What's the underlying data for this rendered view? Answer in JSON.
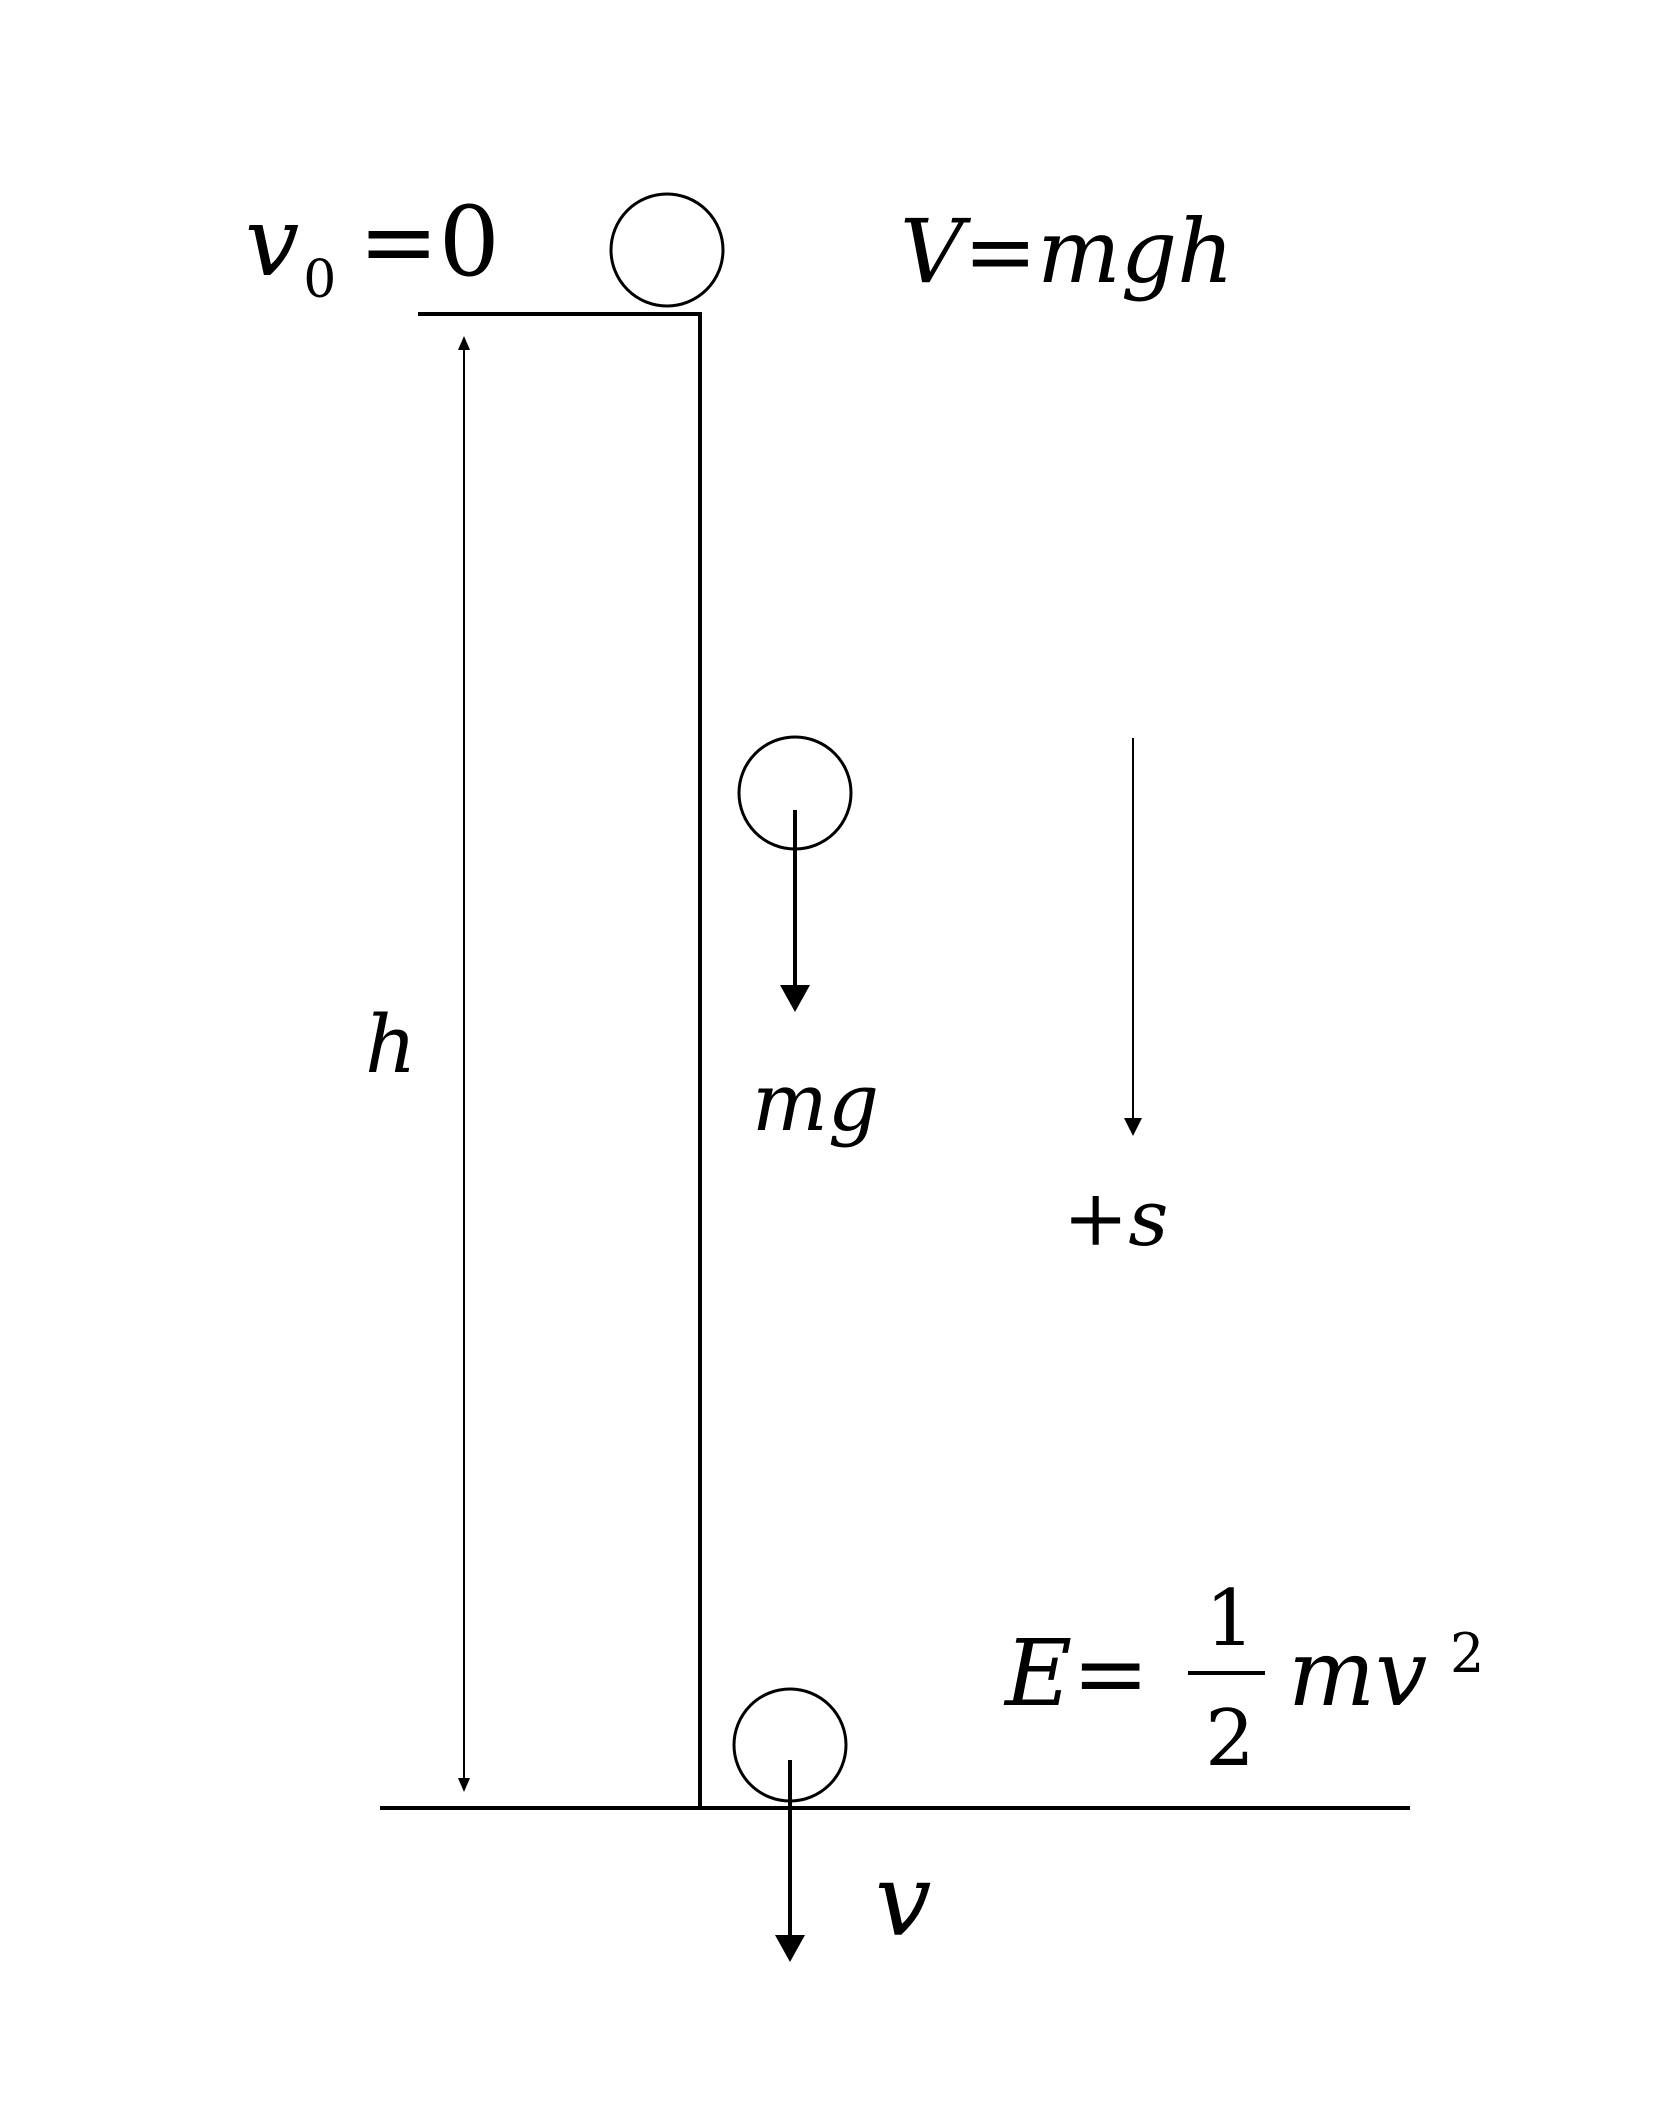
{
  "labels": {
    "v0_var": "v",
    "v0_sub": "0",
    "v0_eq": "=0",
    "potential": "V=mgh",
    "height": "h",
    "weight": "mg",
    "direction": "+s",
    "kinetic_lhs": "E=",
    "kinetic_num": "1",
    "kinetic_den": "2",
    "kinetic_rhs": "mv",
    "kinetic_exp": "2",
    "velocity": "v"
  },
  "colors": {
    "stroke": "#000000",
    "background": "#ffffff"
  }
}
